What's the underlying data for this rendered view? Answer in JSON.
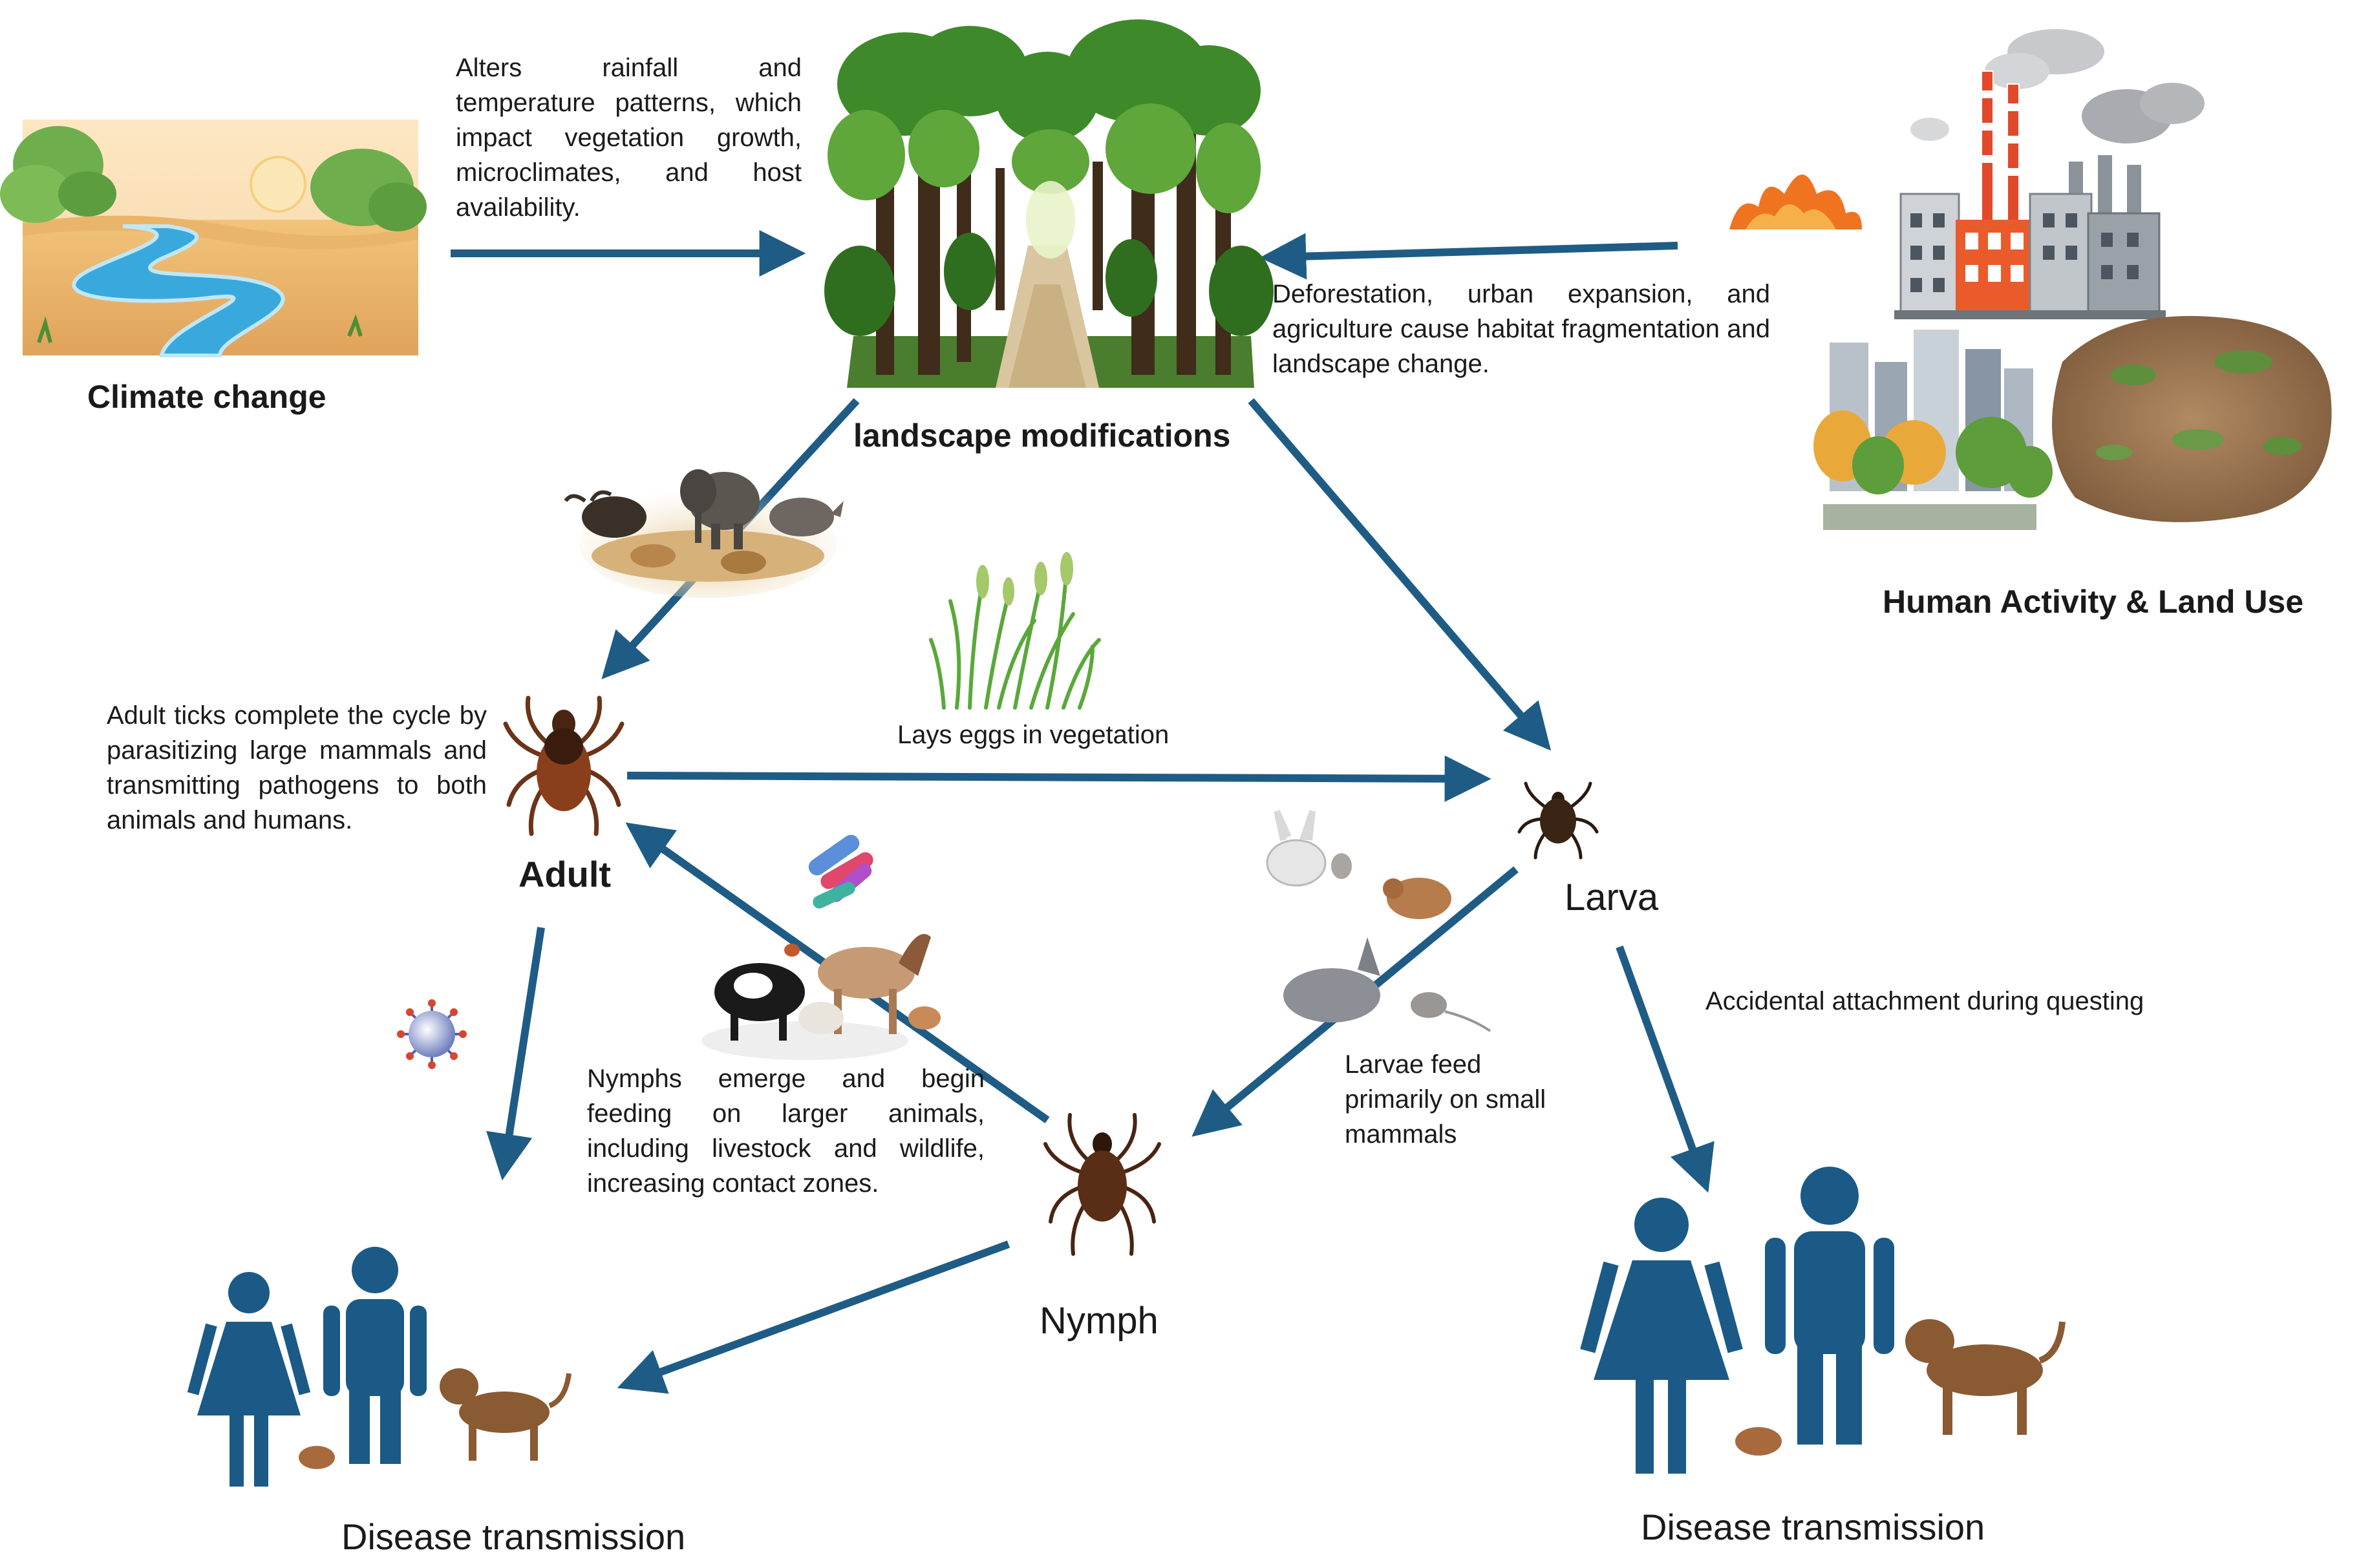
{
  "colors": {
    "arrow": "#1f5c85",
    "person": "#1b5a86",
    "dog": "#8a5a33",
    "tick": "#7a3b1c"
  },
  "nodes": {
    "climate": {
      "label": "Climate change",
      "icon": "river-landscape-icon"
    },
    "landscape": {
      "label": "landscape modifications",
      "icon": "forest-path-icon"
    },
    "human": {
      "label": "Human Activity & Land Use",
      "icon": "factory-city-icon"
    },
    "adult": {
      "label": "Adult",
      "icon": "tick-icon"
    },
    "larva": {
      "label": "Larva",
      "icon": "tick-icon"
    },
    "nymph": {
      "label": "Nymph",
      "icon": "tick-icon"
    },
    "disease_left": {
      "label": "Disease transmission",
      "icon": "people-dog-icon"
    },
    "disease_right": {
      "label": "Disease transmission",
      "icon": "people-dog-icon"
    }
  },
  "annotations": {
    "climate_effect": "Alters rainfall and temperature patterns, which impact vegetation growth, microclimates, and host availability.",
    "human_effect": "Deforestation, urban expansion, and agriculture cause habitat fragmentation and landscape change.",
    "adult_note": "Adult ticks complete the cycle by parasitizing large mammals and transmitting pathogens to both animals and humans.",
    "lays_eggs": "Lays eggs in vegetation",
    "larvae_note": "Larvae feed primarily on small mammals",
    "nymph_note": "Nymphs emerge and begin feeding on larger animals, including livestock and wildlife, increasing contact zones.",
    "accidental": "Accidental attachment during questing"
  }
}
